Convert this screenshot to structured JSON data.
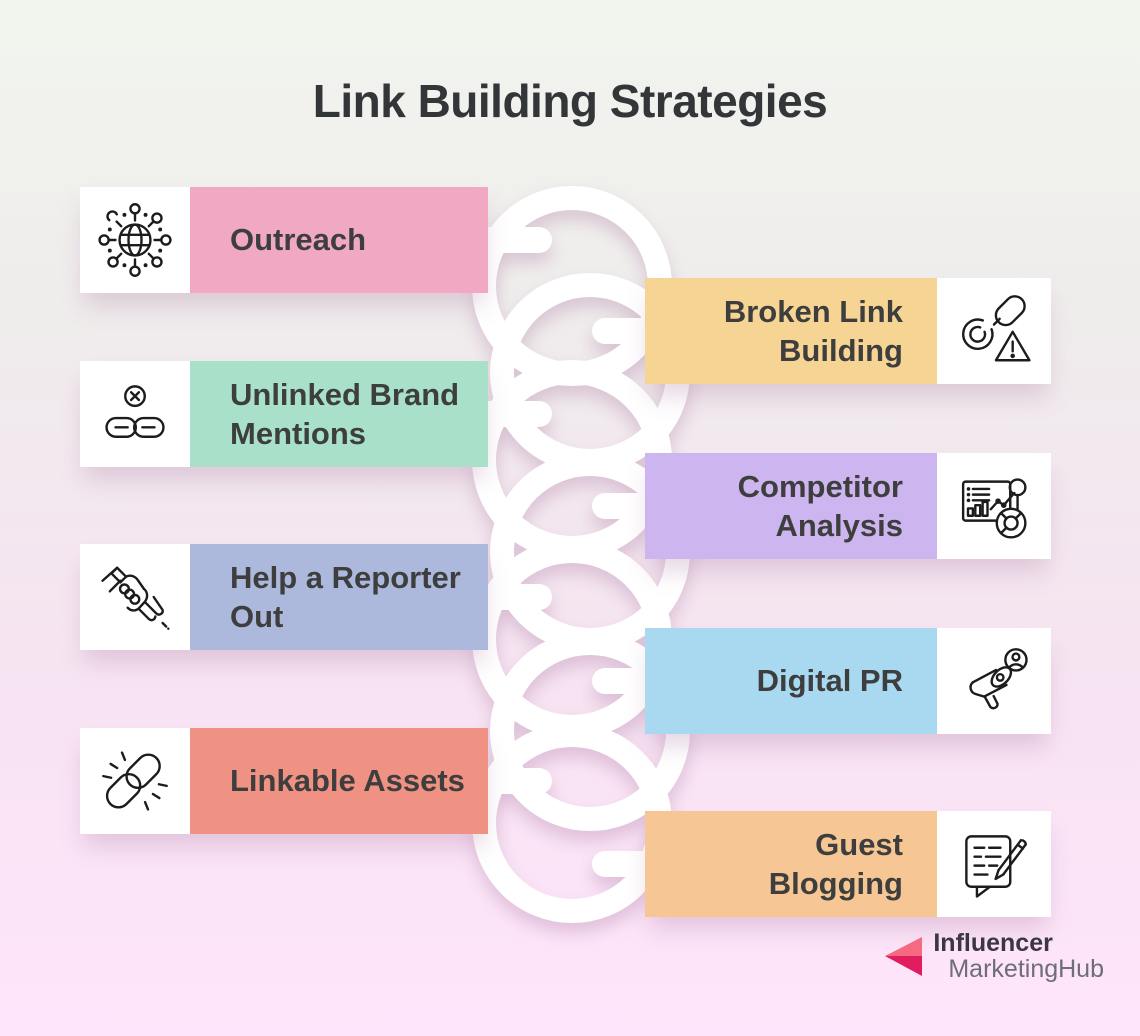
{
  "title": "Link Building Strategies",
  "left_items": [
    {
      "label": "Outreach",
      "icon": "network-globe-icon",
      "color": "#F1A9C3"
    },
    {
      "label": "Unlinked Brand\nMentions",
      "icon": "unlinked-chain-icon",
      "color": "#A8E0CA"
    },
    {
      "label": "Help a Reporter\nOut",
      "icon": "helping-hands-icon",
      "color": "#ACB8DC"
    },
    {
      "label": "Linkable Assets",
      "icon": "chain-link-sparkle-icon",
      "color": "#EF9283"
    }
  ],
  "right_items": [
    {
      "label": "Broken Link\nBuilding",
      "icon": "broken-chain-warning-icon",
      "color": "#F6D494"
    },
    {
      "label": "Competitor\nAnalysis",
      "icon": "analytics-board-icon",
      "color": "#CDB5F0"
    },
    {
      "label": "Digital PR",
      "icon": "megaphone-user-icon",
      "color": "#A8D9F1"
    },
    {
      "label": "Guest\nBlogging",
      "icon": "blog-writing-icon",
      "color": "#F6C794"
    }
  ],
  "logo": {
    "line1": "Influencer",
    "line2": "MarketingHub",
    "mark_color_light": "#F66A81",
    "mark_color_dark": "#E11D5F"
  },
  "colors": {
    "background_top": "#F2F5EE",
    "background_bottom": "#FFE5FB",
    "text": "#3E3E3E",
    "title": "#333638",
    "connector": "#FFFFFF"
  }
}
